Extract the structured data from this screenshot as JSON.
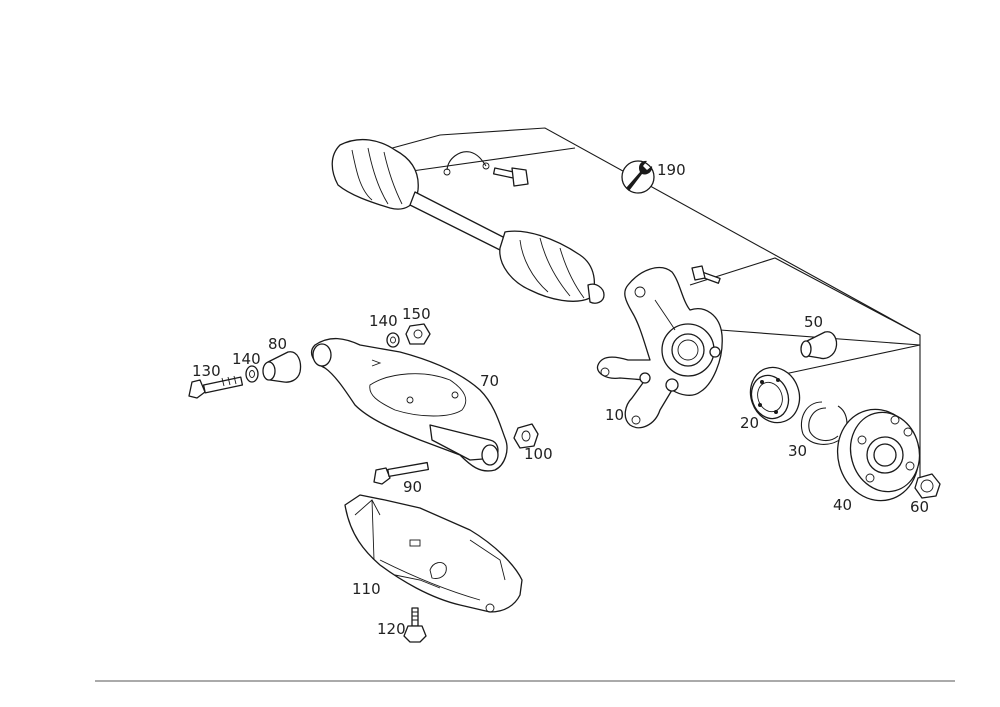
{
  "labels": {
    "l10": "10",
    "l20": "20",
    "l30": "30",
    "l40": "40",
    "l50": "50",
    "l60": "60",
    "l70": "70",
    "l80": "80",
    "l90": "90",
    "l100": "100",
    "l110": "110",
    "l120": "120",
    "l130": "130",
    "l140a": "140",
    "l140b": "140",
    "l150": "150",
    "l190": "190"
  },
  "icons": {
    "tool": "wrench-icon"
  },
  "colors": {
    "ink": "#1a1a1a",
    "paper": "#ffffff"
  }
}
